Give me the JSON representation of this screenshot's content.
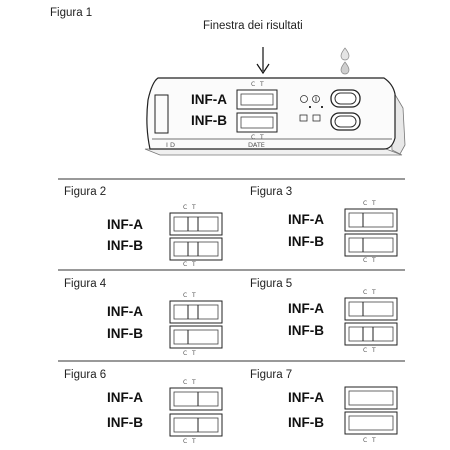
{
  "figure1": {
    "title": "Figura 1",
    "callout": "Finestra dei risultati",
    "cassette_labels": {
      "a": "INF-A",
      "b": "INF-B",
      "id": "I D",
      "date": "DATE"
    }
  },
  "figures": [
    {
      "title": "Figura 2",
      "label_a": "INF-A",
      "label_b": "INF-B"
    },
    {
      "title": "Figura 3",
      "label_a": "INF-A",
      "label_b": "INF-B"
    },
    {
      "title": "Figura 4",
      "label_a": "INF-A",
      "label_b": "INF-B"
    },
    {
      "title": "Figura 5",
      "label_a": "INF-A",
      "label_b": "INF-B"
    },
    {
      "title": "Figura 6",
      "label_a": "INF-A",
      "label_b": "INF-B"
    },
    {
      "title": "Figura 7",
      "label_a": "INF-A",
      "label_b": "INF-B"
    }
  ],
  "window_marks": {
    "control": "C",
    "test": "T"
  }
}
